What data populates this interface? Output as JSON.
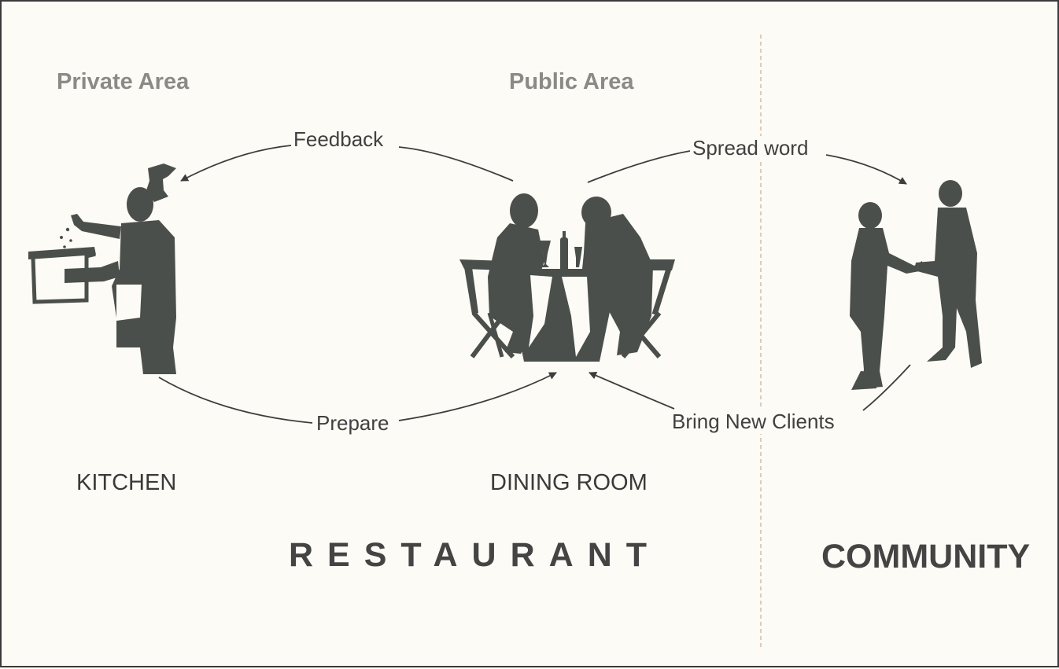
{
  "areas": {
    "private": "Private Area",
    "public": "Public Area"
  },
  "flows": {
    "feedback": "Feedback",
    "spread_word": "Spread word",
    "prepare": "Prepare",
    "bring_new_clients": "Bring New Clients"
  },
  "places": {
    "kitchen": "KITCHEN",
    "dining_room": "DINING ROOM"
  },
  "groups": {
    "restaurant": "RESTAURANT",
    "community": "COMMUNITY"
  },
  "icons": [
    "chef-icon",
    "diners-icon",
    "handshake-icon"
  ],
  "colors": {
    "silhouette": "#4b4f4b",
    "area_label": "#8a8a86",
    "divider": "#d9b9a0",
    "background": "#fcfbf5"
  }
}
